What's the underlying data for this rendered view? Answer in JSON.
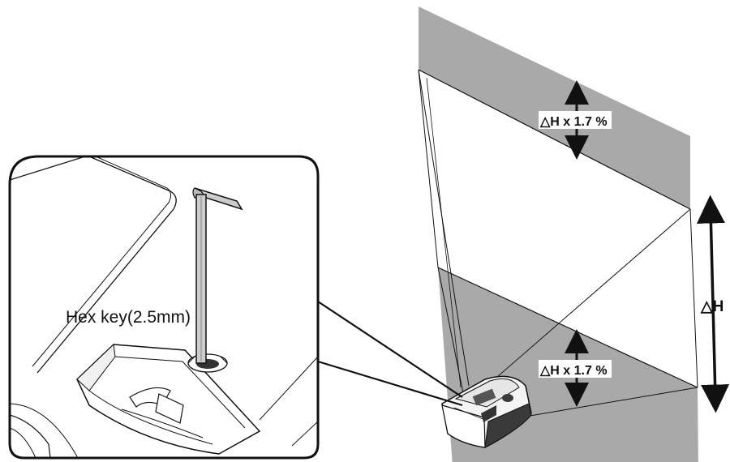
{
  "labels": {
    "hex_key": "Hex key(2.5mm)",
    "offset_top": "△H x 1.7 %",
    "offset_bottom": "△H x 1.7 %",
    "height": "△H"
  },
  "colors": {
    "band": "#a9a9a9",
    "line": "#111111",
    "projector_body": "#3a3a3a",
    "background": "#ffffff"
  },
  "icons": {
    "tool": "hex-key-icon",
    "device": "projector-icon",
    "arrows": "double-arrow-icon"
  }
}
